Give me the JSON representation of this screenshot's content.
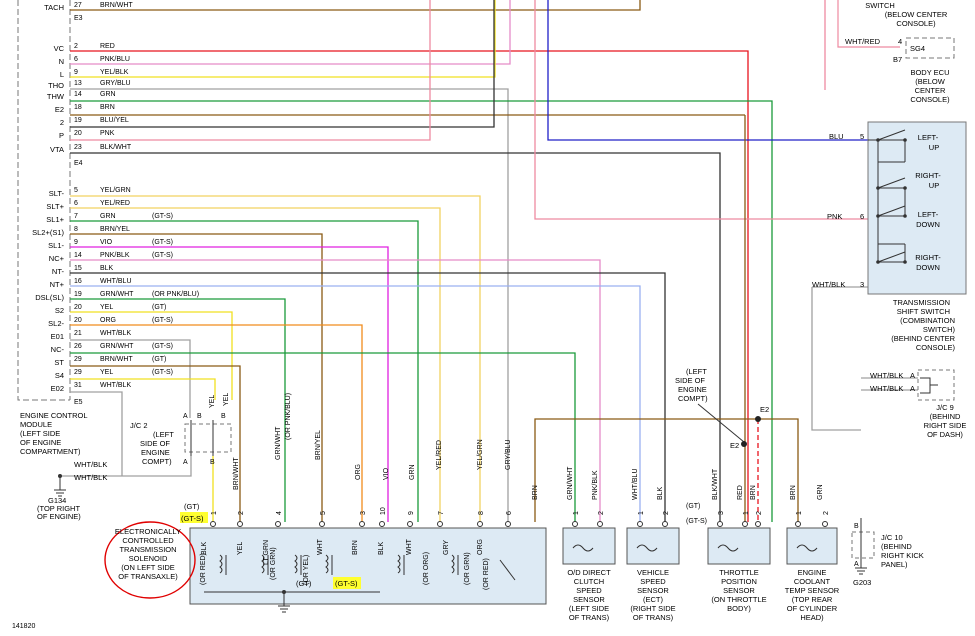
{
  "colors": {
    "red": "#e8141e",
    "pink_blue": "#e58cc8",
    "yellow": "#f0e020",
    "gray": "#a0a0a0",
    "green": "#1a9a3a",
    "brown": "#8a5a14",
    "blue": "#2020c8",
    "pink": "#ee8aa0",
    "black": "#333333",
    "light_yellow": "#f2d262",
    "violet": "#e020e0",
    "orange": "#f08c1c",
    "light_blue": "#9ab0f0",
    "component_fill": "#ddeaf4",
    "highlight": "#ffff30",
    "circle": "#e00000"
  },
  "ecm": {
    "top_labels": [
      {
        "pin": "TACH",
        "num": "27",
        "wire": "BRN/WHT"
      },
      {
        "pin": "VC",
        "num": "2",
        "wire": "RED"
      },
      {
        "pin": "N",
        "num": "6",
        "wire": "PNK/BLU"
      },
      {
        "pin": "L",
        "num": "9",
        "wire": "YEL/BLK"
      },
      {
        "pin": "THO",
        "num": "13",
        "wire": "GRY/BLU"
      },
      {
        "pin": "THW",
        "num": "14",
        "wire": "GRN"
      },
      {
        "pin": "E2",
        "num": "18",
        "wire": "BRN"
      },
      {
        "pin": "2",
        "num": "19",
        "wire": "BLU/YEL"
      },
      {
        "pin": "P",
        "num": "20",
        "wire": "PNK"
      },
      {
        "pin": "VTA",
        "num": "23",
        "wire": "BLK/WHT"
      }
    ],
    "bottom_labels": [
      {
        "pin": "SLT-",
        "num": "5",
        "wire": "YEL/GRN",
        "note": ""
      },
      {
        "pin": "SLT+",
        "num": "6",
        "wire": "YEL/RED",
        "note": ""
      },
      {
        "pin": "SL1+",
        "num": "7",
        "wire": "GRN",
        "note": "(GT-S)"
      },
      {
        "pin": "SL2+(S1)",
        "num": "8",
        "wire": "BRN/YEL",
        "note": ""
      },
      {
        "pin": "SL1-",
        "num": "9",
        "wire": "VIO",
        "note": "(GT-S)"
      },
      {
        "pin": "NC+",
        "num": "14",
        "wire": "PNK/BLK",
        "note": "(GT-S)"
      },
      {
        "pin": "NT-",
        "num": "15",
        "wire": "BLK",
        "note": ""
      },
      {
        "pin": "NT+",
        "num": "16",
        "wire": "WHT/BLU",
        "note": ""
      },
      {
        "pin": "DSL(SL)",
        "num": "19",
        "wire": "GRN/WHT",
        "note": "(OR PNK/BLU)"
      },
      {
        "pin": "S2",
        "num": "20",
        "wire": "YEL",
        "note": "(GT)"
      },
      {
        "pin": "SL2-",
        "num": "20",
        "wire": "ORG",
        "note": "(GT-S)"
      },
      {
        "pin": "E01",
        "num": "21",
        "wire": "WHT/BLK",
        "note": ""
      },
      {
        "pin": "NC-",
        "num": "26",
        "wire": "GRN/WHT",
        "note": "(GT-S)"
      },
      {
        "pin": "ST",
        "num": "29",
        "wire": "BRN/WHT",
        "note": "(GT)"
      },
      {
        "pin": "S4",
        "num": "29",
        "wire": "YEL",
        "note": "(GT-S)"
      },
      {
        "pin": "E02",
        "num": "31",
        "wire": "WHT/BLK",
        "note": ""
      }
    ],
    "connectors": [
      "E3",
      "E4",
      "E5"
    ],
    "caption": [
      "ENGINE CONTROL",
      "MODULE",
      "(LEFT SIDE",
      "OF ENGINE",
      "COMPARTMENT)"
    ]
  },
  "top_right": {
    "switch_caption": [
      "SWITCH",
      "(BELOW CENTER",
      "CONSOLE)"
    ],
    "wire": "WHT/RED",
    "pin": "4",
    "connector": "SG4",
    "sub": "B7",
    "ecu_caption": [
      "BODY ECU",
      "(BELOW",
      "CENTER",
      "CONSOLE)"
    ]
  },
  "shift_switch": {
    "inputs": [
      {
        "wire": "BLU",
        "pin": "5"
      },
      {
        "wire": "PNK",
        "pin": "6"
      },
      {
        "wire": "WHT/BLK",
        "pin": "3"
      }
    ],
    "positions": [
      "LEFT-",
      "UP",
      "RIGHT-",
      "UP",
      "LEFT-",
      "DOWN",
      "RIGHT-",
      "DOWN"
    ],
    "caption": [
      "TRANSMISSION",
      "SHIFT SWITCH",
      "(COMBINATION",
      "SWITCH)",
      "(BEHIND CENTER",
      "CONSOLE)"
    ]
  },
  "jc9": {
    "wires": [
      "WHT/BLK",
      "WHT/BLK"
    ],
    "pins": [
      "A",
      "A"
    ],
    "caption": [
      "J/C 9",
      "(BEHIND",
      "RIGHT SIDE",
      "OF DASH)"
    ]
  },
  "jc2": {
    "title": [
      "J/C 2",
      "(LEFT",
      "SIDE OF",
      "ENGINE",
      "COMPT)"
    ],
    "pins": [
      "A",
      "B",
      "B",
      "A",
      "B"
    ],
    "wires": [
      "YEL",
      "YEL",
      "WHT/BLK",
      "WHT/BLK"
    ]
  },
  "g134": {
    "label": "G134",
    "caption": [
      "(TOP RIGHT",
      "OF ENGINE)"
    ]
  },
  "left_engine": {
    "caption": [
      "(LEFT",
      "SIDE OF",
      "ENGINE",
      "COMPT)"
    ],
    "splice": "E2",
    "splice2": "E2"
  },
  "solenoid": {
    "caption": [
      "ELECTRONICALLY",
      "CONTROLLED",
      "TRANSMISSION",
      "SOLENOID",
      "(ON LEFT SIDE",
      "OF TRANSAXLE)"
    ],
    "gt": "(GT)",
    "gts": "(GT-S)",
    "gt_bottom": "(GT)",
    "gts_bottom": "(GT-S)",
    "pin_numbers": [
      "1",
      "2",
      "4",
      "5",
      "3",
      "10",
      "9",
      "7",
      "8",
      "6"
    ],
    "wires_vertical": [
      "YEL",
      "BRN/WHT",
      "GRN/WHT",
      "(OR PNK/BLU)",
      "BRN/YEL",
      "ORG",
      "VIO",
      "GRN",
      "YEL/RED",
      "YEL/GRN",
      "GRY/BLU",
      "BRN"
    ],
    "inner_labels": [
      "BLK",
      "YEL",
      "(OR RED)",
      "LT GRN",
      "(OR GRN)",
      "WHT",
      "(OR YEL)",
      "BRN",
      "BLK",
      "WHT",
      "(OR ORG)",
      "GRY",
      "(OR GRN)",
      "ORG",
      "(OR RED)"
    ]
  },
  "sensors": [
    {
      "name": "od",
      "pins": [
        "1",
        "2"
      ],
      "wires": [
        "GRN/WHT",
        "PNK/BLK"
      ],
      "caption": [
        "O/D DIRECT",
        "CLUTCH",
        "SPEED",
        "SENSOR",
        "(LEFT SIDE",
        "OF TRANS)"
      ]
    },
    {
      "name": "vss",
      "pins": [
        "1",
        "2"
      ],
      "wires": [
        "WHT/BLU",
        "BLK"
      ],
      "caption": [
        "VEHICLE",
        "SPEED",
        "SENSOR",
        "(ECT)",
        "(RIGHT SIDE",
        "OF TRANS)"
      ]
    },
    {
      "name": "tps",
      "pins": [
        "3",
        "1",
        "2"
      ],
      "wires": [
        "BLK/WHT",
        "RED",
        "BRN"
      ],
      "caption": [
        "THROTTLE",
        "POSITION",
        "SENSOR",
        "(ON THROTTLE",
        "BODY)"
      ],
      "notes": [
        "(GT)",
        "(GT-S)"
      ]
    },
    {
      "name": "ect",
      "pins": [
        "1",
        "2"
      ],
      "wires": [
        "BRN",
        "GRN"
      ],
      "caption": [
        "ENGINE",
        "COOLANT",
        "TEMP SENSOR",
        "(TOP REAR",
        "OF CYLINDER",
        "HEAD)"
      ]
    }
  ],
  "jc10": {
    "pins": [
      "B",
      "A"
    ],
    "ground": "G203",
    "caption": [
      "J/C 10",
      "(BEHIND",
      "RIGHT KICK",
      "PANEL)"
    ]
  },
  "figure_id": "141820"
}
